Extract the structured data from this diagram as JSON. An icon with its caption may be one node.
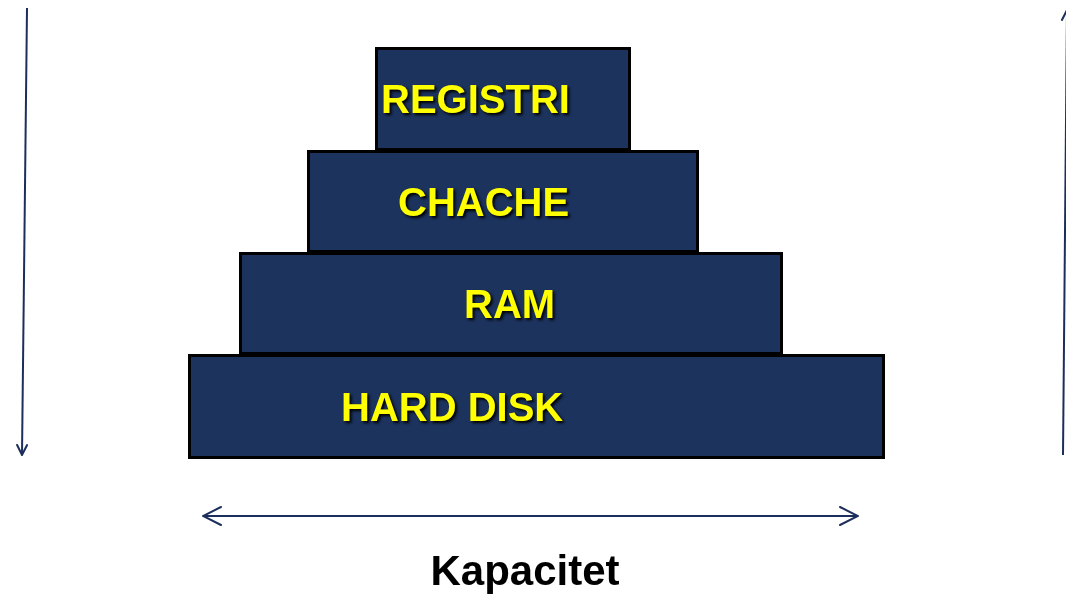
{
  "diagram": {
    "nodes": [
      {
        "text": [
          "REGISTRI"
        ]
      },
      {
        "text": [
          "CHACHE"
        ]
      },
      {
        "text": [
          "RAM"
        ]
      },
      {
        "text": [
          "HARD DISK"
        ]
      }
    ],
    "edges": [],
    "labels": [
      "Kapacitet"
    ]
  }
}
